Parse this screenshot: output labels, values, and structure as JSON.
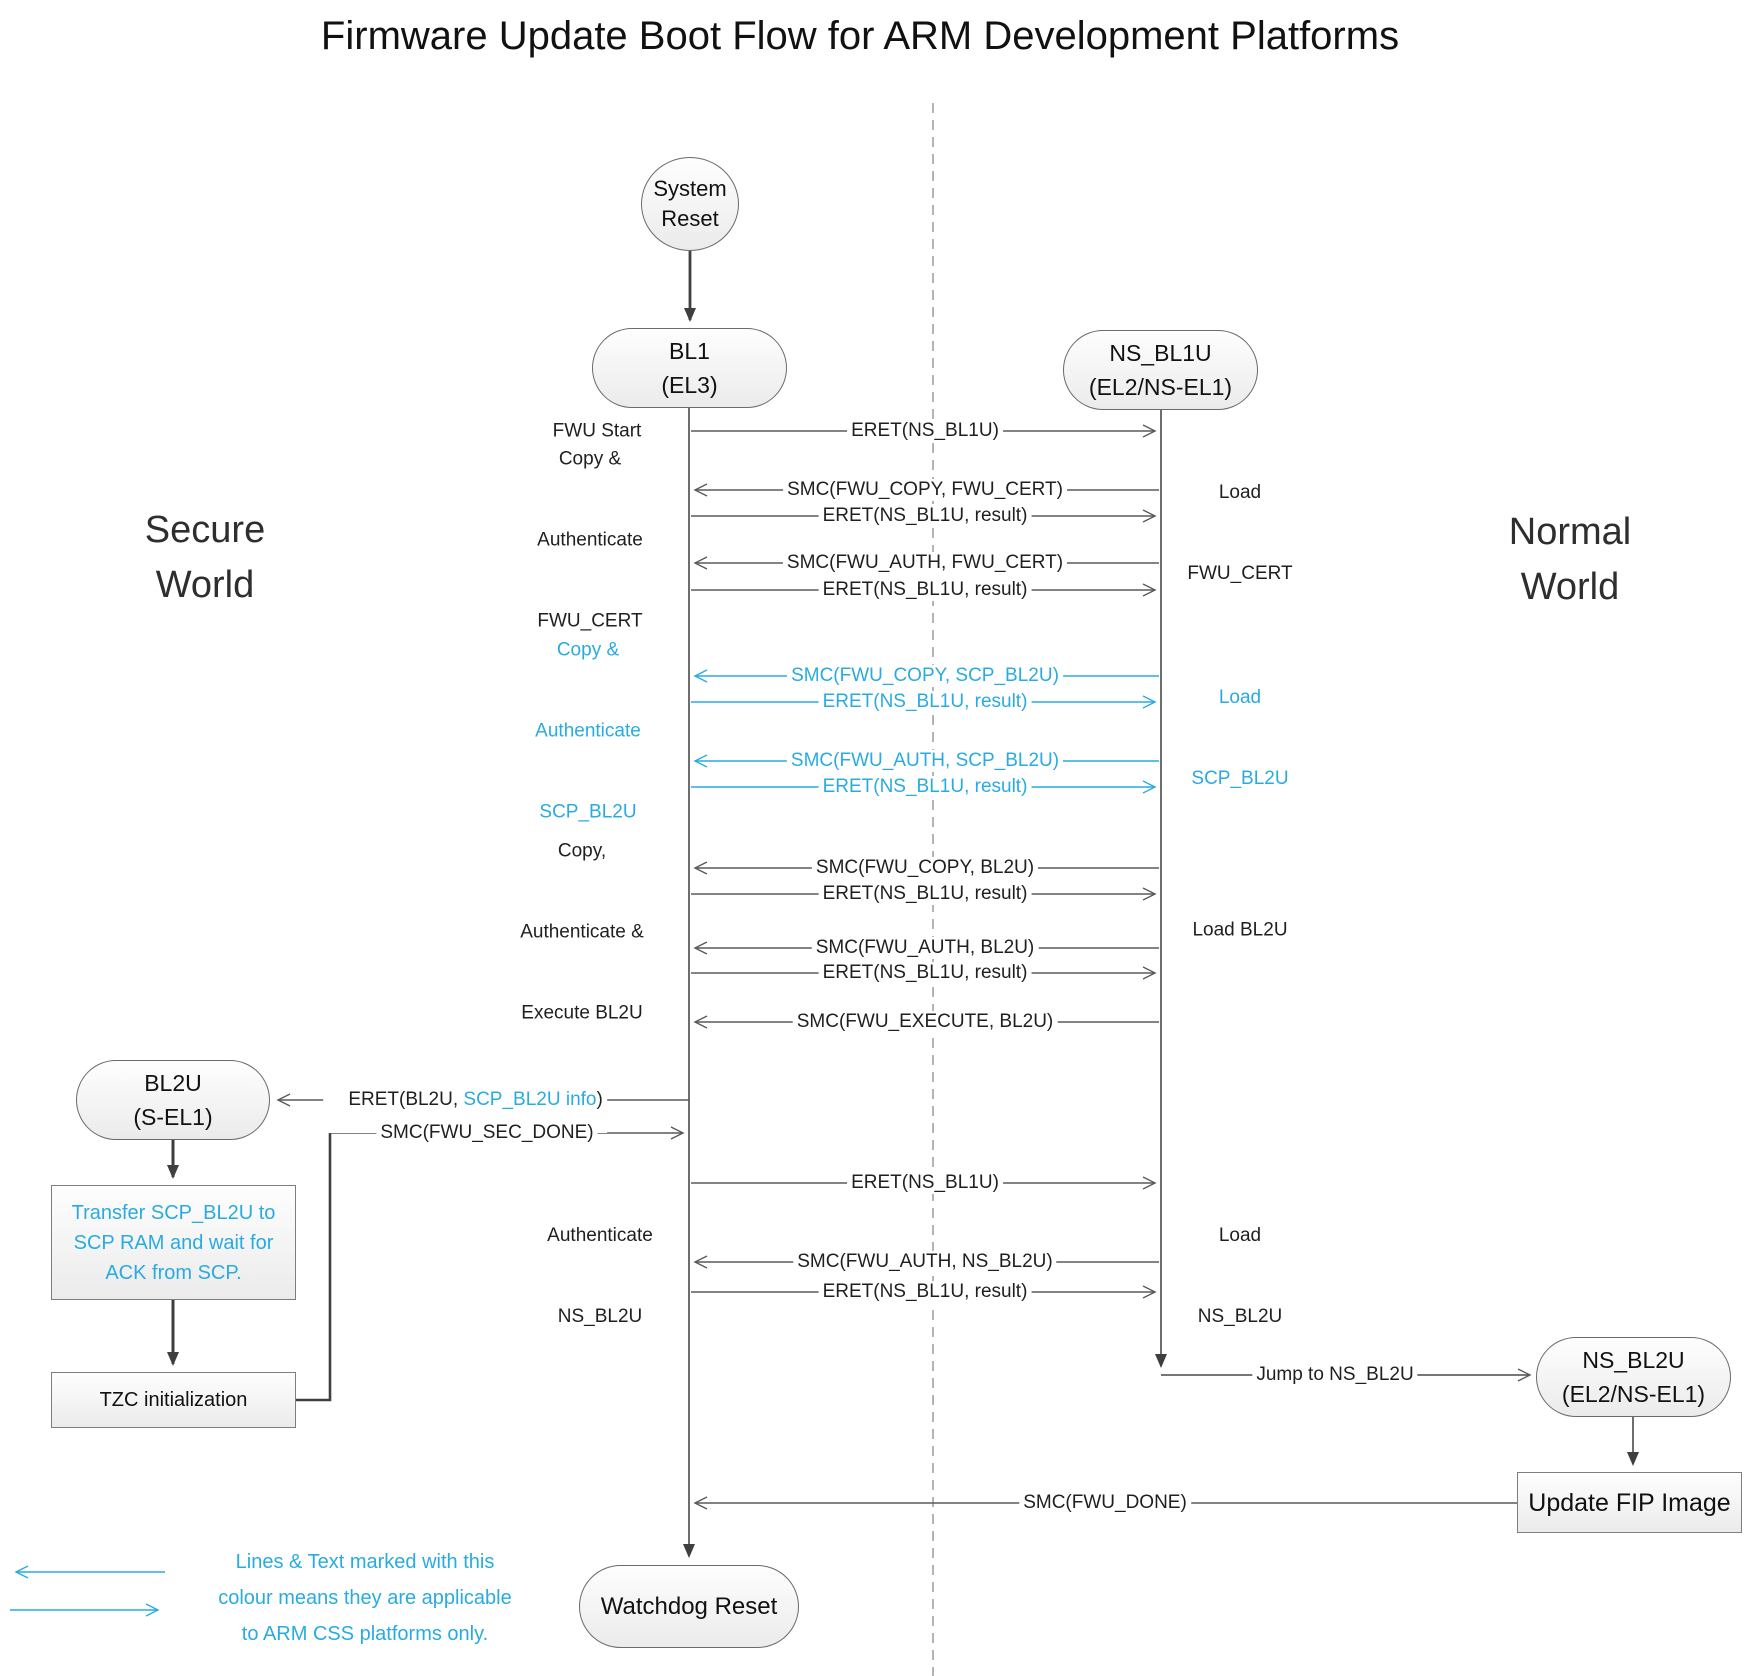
{
  "title": "Firmware Update Boot Flow for ARM Development Platforms",
  "regions": {
    "secure": {
      "line1": "Secure",
      "line2": "World"
    },
    "normal": {
      "line1": "Normal",
      "line2": "World"
    }
  },
  "nodes": {
    "system_reset": {
      "line1": "System",
      "line2": "Reset"
    },
    "bl1": {
      "line1": "BL1",
      "line2": "(EL3)"
    },
    "ns_bl1u": {
      "line1": "NS_BL1U",
      "line2": "(EL2/NS-EL1)"
    },
    "bl2u": {
      "line1": "BL2U",
      "line2": "(S-EL1)"
    },
    "ns_bl2u": {
      "line1": "NS_BL2U",
      "line2": "(EL2/NS-EL1)"
    },
    "watchdog_reset": {
      "label": "Watchdog Reset"
    },
    "transfer_scp_bl2u": {
      "lines": [
        "Transfer SCP_BL2U to",
        "SCP RAM and wait for",
        "ACK from SCP."
      ]
    },
    "tzc_init": {
      "label": "TZC initialization"
    },
    "update_fip": {
      "label": "Update FIP Image"
    }
  },
  "messages": [
    {
      "label": "ERET(NS_BL1U)",
      "dir": "right"
    },
    {
      "label": "SMC(FWU_COPY, FWU_CERT)",
      "dir": "left"
    },
    {
      "label": "ERET(NS_BL1U, result)",
      "dir": "right"
    },
    {
      "label": "SMC(FWU_AUTH, FWU_CERT)",
      "dir": "left"
    },
    {
      "label": "ERET(NS_BL1U, result)",
      "dir": "right"
    },
    {
      "label": "SMC(FWU_COPY, SCP_BL2U)",
      "dir": "left",
      "css": "blue"
    },
    {
      "label": "ERET(NS_BL1U, result)",
      "dir": "right",
      "css": "blue"
    },
    {
      "label": "SMC(FWU_AUTH, SCP_BL2U)",
      "dir": "left",
      "css": "blue"
    },
    {
      "label": "ERET(NS_BL1U, result)",
      "dir": "right",
      "css": "blue"
    },
    {
      "label": "SMC(FWU_COPY, BL2U)",
      "dir": "left"
    },
    {
      "label": "ERET(NS_BL1U, result)",
      "dir": "right"
    },
    {
      "label": "SMC(FWU_AUTH, BL2U)",
      "dir": "left"
    },
    {
      "label": "ERET(NS_BL1U, result)",
      "dir": "right"
    },
    {
      "label": "SMC(FWU_EXECUTE, BL2U)",
      "dir": "left"
    },
    {
      "parts": {
        "p1": "ERET(BL2U, ",
        "p2": "SCP_BL2U info",
        "p3": ")"
      },
      "dir": "left"
    },
    {
      "label": "SMC(FWU_SEC_DONE)",
      "dir": "right"
    },
    {
      "label": "ERET(NS_BL1U)",
      "dir": "right"
    },
    {
      "label": "SMC(FWU_AUTH, NS_BL2U)",
      "dir": "left"
    },
    {
      "label": "ERET(NS_BL1U, result)",
      "dir": "right"
    },
    {
      "label": "Jump to NS_BL2U",
      "dir": "right"
    },
    {
      "label": "SMC(FWU_DONE)",
      "dir": "left"
    }
  ],
  "side_labels": {
    "fwu_start": "FWU Start",
    "copy_auth_fwu_cert": [
      "Copy &",
      "Authenticate",
      "FWU_CERT"
    ],
    "copy_auth_scp_bl2u": [
      "Copy &",
      "Authenticate",
      "SCP_BL2U"
    ],
    "copy_auth_exec_bl2u": [
      "Copy,",
      "Authenticate &",
      "Execute BL2U"
    ],
    "auth_ns_bl2u": [
      "Authenticate",
      "NS_BL2U"
    ]
  },
  "right_labels": {
    "load_fwu_cert": [
      "Load",
      "FWU_CERT"
    ],
    "load_scp_bl2u": [
      "Load",
      "SCP_BL2U"
    ],
    "load_bl2u": "Load BL2U",
    "load_ns_bl2u": [
      "Load",
      "NS_BL2U"
    ]
  },
  "legend": {
    "lines": [
      "Lines & Text marked with this",
      "colour means they are applicable",
      "to ARM CSS platforms only."
    ]
  },
  "colors": {
    "accent_blue": "#29ABE2",
    "line_dark": "#5A5A5A",
    "dashed_separator": "#9C9C9C"
  }
}
